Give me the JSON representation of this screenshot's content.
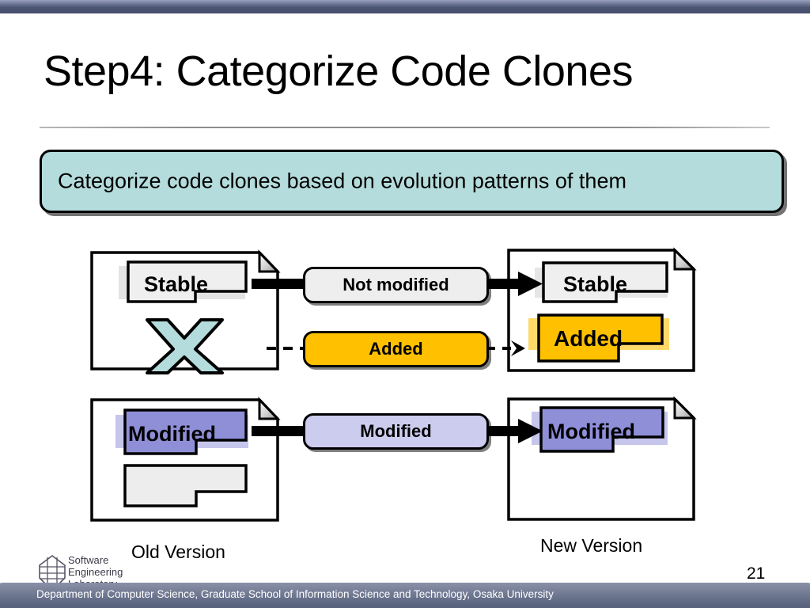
{
  "slide": {
    "title": "Step4: Categorize Code Clones",
    "page_number": "21",
    "callout_text": "Categorize code clones based on evolution patterns of them",
    "footer_text": "Department of Computer Science, Graduate School of Information Science and Technology, Osaka University"
  },
  "logo": {
    "line1": "Software",
    "line2": "Engineering",
    "line3": "Laboratory"
  },
  "diagram": {
    "old_version_label": "Old Version",
    "new_version_label": "New Version",
    "connectors": [
      {
        "label": "Not modified",
        "style": "solid",
        "color": "#eeeeee"
      },
      {
        "label": "Added",
        "style": "dashed",
        "color": "#ffc000"
      },
      {
        "label": "Modified",
        "style": "solid",
        "color": "#ccccee"
      }
    ],
    "old_doc_top": {
      "blocks": [
        {
          "label": "Stable",
          "color": "#eeeeee"
        },
        {
          "label": "",
          "color": "#b5dcdc",
          "shape": "x-mark"
        }
      ]
    },
    "new_doc_top": {
      "blocks": [
        {
          "label": "Stable",
          "color": "#eeeeee"
        },
        {
          "label": "Added",
          "color": "#ffc000"
        }
      ]
    },
    "old_doc_bottom": {
      "blocks": [
        {
          "label": "Modified",
          "color": "#8f8fd8"
        },
        {
          "label": "",
          "color": "#ededed"
        }
      ]
    },
    "new_doc_bottom": {
      "blocks": [
        {
          "label": "Modified",
          "color": "#8f8fd8"
        }
      ]
    }
  },
  "colors": {
    "accent_cyan": "#b5dcdc",
    "accent_yellow": "#ffc000",
    "accent_purple": "#8f8fd8",
    "accent_lavender": "#ccccee",
    "header_bar": "#4c5674",
    "gray_block": "#eeeeee"
  }
}
